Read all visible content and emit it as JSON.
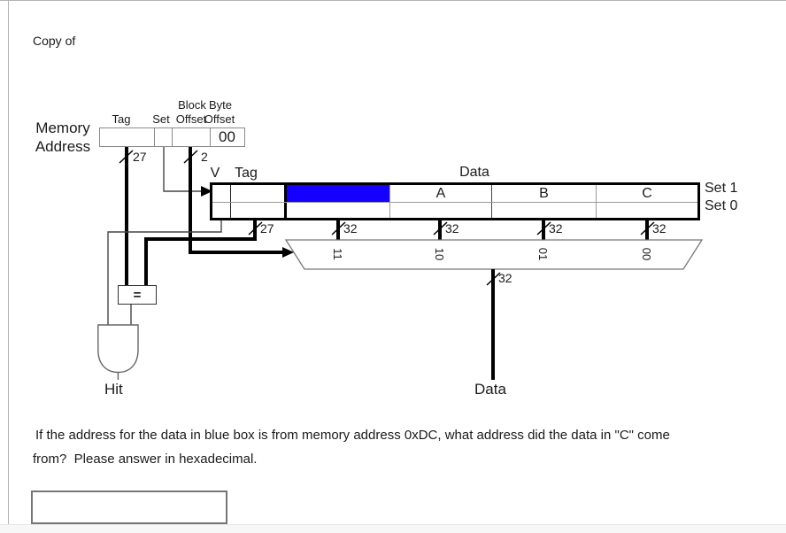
{
  "page": {
    "header": "Copy of"
  },
  "memory_address": {
    "label_line1": "Memory",
    "label_line2": "Address",
    "col_labels_top": {
      "block": "Block",
      "byte": "Byte"
    },
    "col_labels": {
      "tag": "Tag",
      "set": "Set",
      "block_offset": "Offset",
      "byte_offset": "Offset"
    },
    "byte_offset_value": "00"
  },
  "buses": {
    "mem_tag_width": "27",
    "block_offset_width": "2",
    "cache_tag_width": "27",
    "data_word_width_0": "32",
    "data_word_width_1": "32",
    "data_word_width_2": "32",
    "data_word_width_3": "32",
    "mux_out_width": "32"
  },
  "cache": {
    "header_v": "V",
    "header_tag": "Tag",
    "header_data": "Data",
    "data_columns": [
      "A",
      "B",
      "C"
    ],
    "row_labels": [
      "Set 1",
      "Set 0"
    ],
    "highlight_color": "#1500FF"
  },
  "mux": {
    "select_labels": [
      "11",
      "10",
      "01",
      "00"
    ]
  },
  "comparator_symbol": "=",
  "hit_label": "Hit",
  "data_out_label": "Data",
  "question": {
    "line1": "If the address for the data in blue box is from memory address 0xDC, what address did the data in \"C\" come",
    "line2": "from?  Please answer in hexadecimal."
  },
  "answer": {
    "value": "",
    "placeholder": ""
  }
}
